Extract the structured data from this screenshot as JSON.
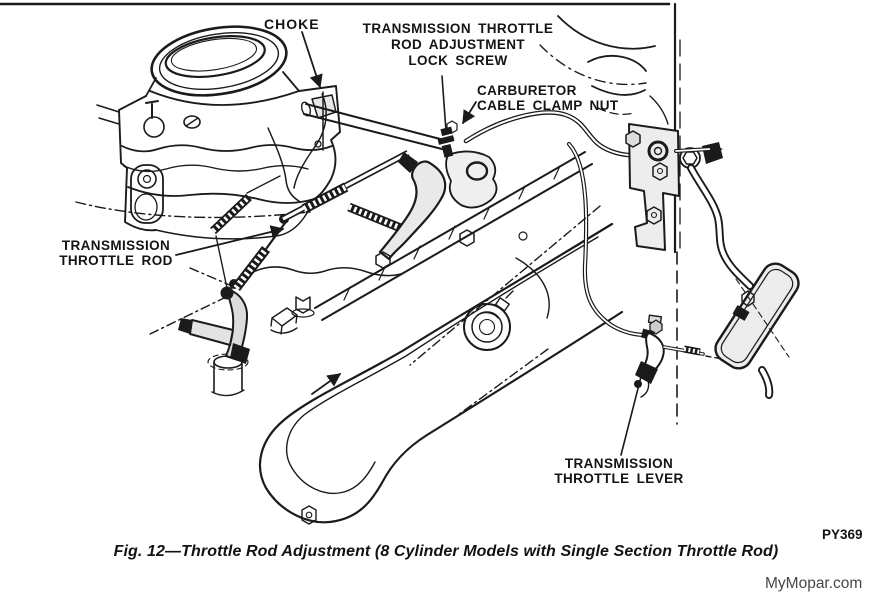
{
  "figure": {
    "code": "PY369",
    "caption": "Fig. 12—Throttle Rod Adjustment (8 Cylinder Models with Single Section Throttle Rod)",
    "watermark": "MyMopar.com"
  },
  "callouts": {
    "choke": "CHOKE",
    "lock_screw": {
      "line1": "TRANSMISSION THROTTLE",
      "line2": "ROD ADJUSTMENT",
      "line3": "LOCK SCREW"
    },
    "cable_clamp": {
      "line1": "CARBURETOR",
      "line2": "CABLE CLAMP NUT"
    },
    "throttle_rod": {
      "line1": "TRANSMISSION",
      "line2": "THROTTLE ROD"
    },
    "throttle_lever": {
      "line1": "TRANSMISSION",
      "line2": "THROTTLE LEVER"
    }
  },
  "colors": {
    "ink": "#1b1b1b",
    "paper": "#ffffff",
    "watermark_text": "#474747",
    "light_fill": "#ececec"
  }
}
